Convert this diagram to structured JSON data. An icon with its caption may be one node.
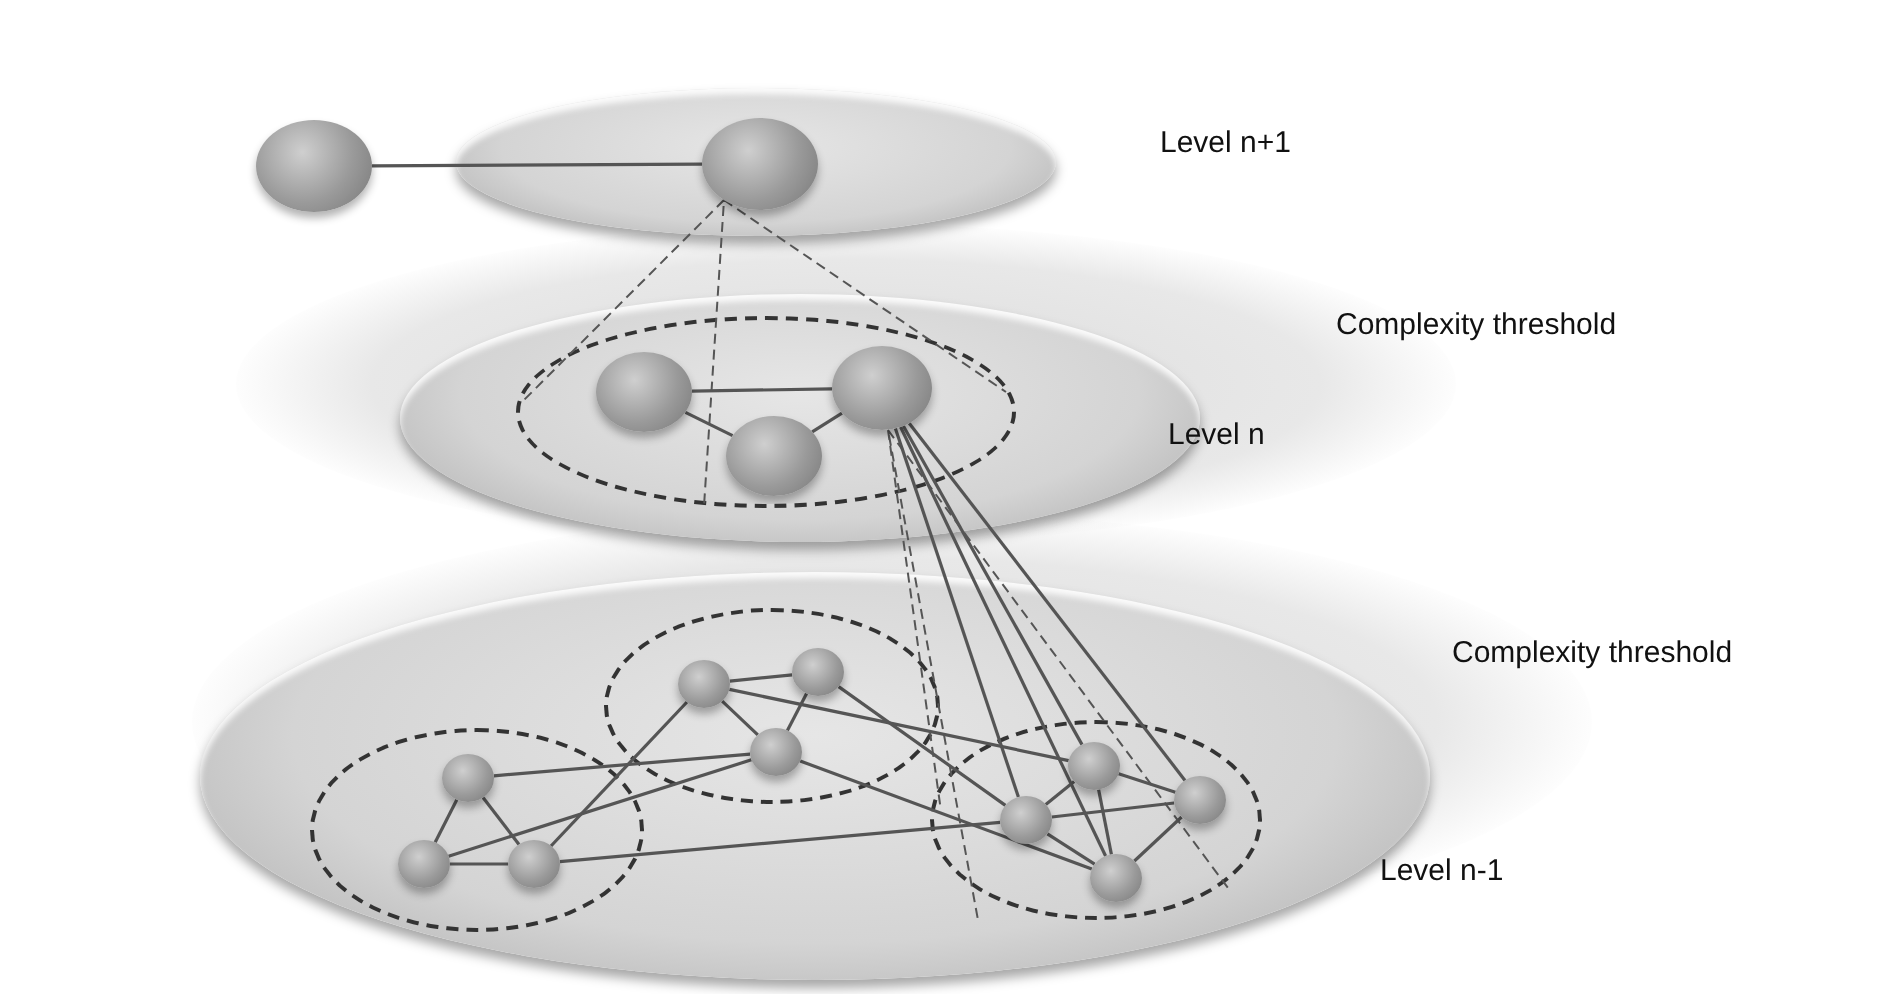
{
  "diagram": {
    "nodes": [
      {
        "text": [],
        "shape": "disc",
        "beside": [
          "Level n+1"
        ]
      },
      {
        "text": [],
        "shape": "circle"
      },
      {
        "text": [],
        "shape": "circle",
        "in": 0
      },
      {
        "text": [],
        "shape": "disc",
        "beside": [
          "Level n"
        ]
      },
      {
        "text": [],
        "shape": "ellipse",
        "in": 3
      },
      {
        "text": [],
        "shape": "circle",
        "in": 4
      },
      {
        "text": [],
        "shape": "circle",
        "in": 4
      },
      {
        "text": [],
        "shape": "circle",
        "in": 4
      },
      {
        "text": [],
        "shape": "disc",
        "beside": [
          "Level n-1"
        ]
      },
      {
        "text": [],
        "shape": "ellipse",
        "in": 8
      },
      {
        "text": [],
        "shape": "circle",
        "in": 9
      },
      {
        "text": [],
        "shape": "circle",
        "in": 9
      },
      {
        "text": [],
        "shape": "circle",
        "in": 9
      },
      {
        "text": [],
        "shape": "ellipse",
        "in": 8
      },
      {
        "text": [],
        "shape": "circle",
        "in": 13
      },
      {
        "text": [],
        "shape": "circle",
        "in": 13
      },
      {
        "text": [],
        "shape": "circle",
        "in": 13
      },
      {
        "text": [],
        "shape": "ellipse",
        "in": 8
      },
      {
        "text": [],
        "shape": "circle",
        "in": 17
      },
      {
        "text": [],
        "shape": "circle",
        "in": 17
      },
      {
        "text": [],
        "shape": "circle",
        "in": 17
      },
      {
        "text": [],
        "shape": "circle",
        "in": 17
      }
    ],
    "edges": [
      {
        "from": 1,
        "to": 2,
        "arrow": "none"
      },
      {
        "from": 5,
        "to": 6,
        "arrow": "none"
      },
      {
        "from": 5,
        "to": 7,
        "arrow": "none"
      },
      {
        "from": 7,
        "to": 6,
        "arrow": "none"
      },
      {
        "from": 2,
        "to": 4,
        "arrow": "none",
        "style": "dashed"
      },
      {
        "from": 10,
        "to": 11,
        "arrow": "none"
      },
      {
        "from": 10,
        "to": 12,
        "arrow": "none"
      },
      {
        "from": 11,
        "to": 12,
        "arrow": "none"
      },
      {
        "from": 14,
        "to": 15,
        "arrow": "none"
      },
      {
        "from": 14,
        "to": 16,
        "arrow": "none"
      },
      {
        "from": 15,
        "to": 16,
        "arrow": "none"
      },
      {
        "from": 10,
        "to": 16,
        "arrow": "none"
      },
      {
        "from": 11,
        "to": 16,
        "arrow": "none"
      },
      {
        "from": 12,
        "to": 14,
        "arrow": "none"
      },
      {
        "from": 12,
        "to": 19,
        "arrow": "none"
      },
      {
        "from": 14,
        "to": 18,
        "arrow": "none"
      },
      {
        "from": 15,
        "to": 19,
        "arrow": "none"
      },
      {
        "from": 16,
        "to": 21,
        "arrow": "none"
      },
      {
        "from": 19,
        "to": 18,
        "arrow": "none"
      },
      {
        "from": 19,
        "to": 20,
        "arrow": "none"
      },
      {
        "from": 19,
        "to": 21,
        "arrow": "none"
      },
      {
        "from": 18,
        "to": 20,
        "arrow": "none"
      },
      {
        "from": 18,
        "to": 21,
        "arrow": "none"
      },
      {
        "from": 21,
        "to": 20,
        "arrow": "none"
      },
      {
        "from": 6,
        "to": 19,
        "arrow": "none"
      },
      {
        "from": 6,
        "to": 18,
        "arrow": "none"
      },
      {
        "from": 6,
        "to": 21,
        "arrow": "none"
      },
      {
        "from": 6,
        "to": 20,
        "arrow": "none"
      },
      {
        "from": 6,
        "to": 17,
        "arrow": "none",
        "style": "dashed"
      }
    ],
    "labels": [
      "Complexity threshold",
      "Complexity threshold"
    ]
  }
}
